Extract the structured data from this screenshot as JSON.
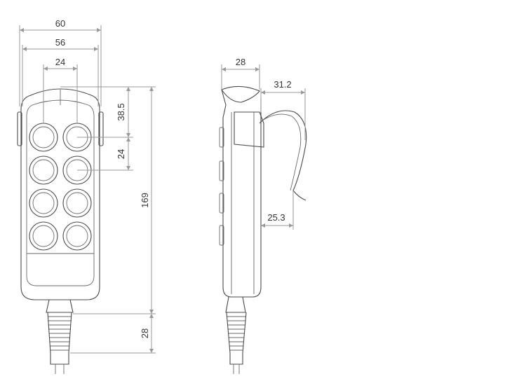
{
  "dimensions": {
    "front_overall_width": "60",
    "front_inner_width": "56",
    "button_pitch_horizontal": "24",
    "top_to_first_button_row": "38.5",
    "button_pitch_vertical": "24",
    "overall_length": "169",
    "strain_relief_length": "28",
    "side_depth": "28",
    "hook_offset": "31.2",
    "hook_depth": "25.3"
  },
  "colors": {
    "outline": "#4a4a4a",
    "dimension_line": "#999999",
    "text": "#333333"
  }
}
